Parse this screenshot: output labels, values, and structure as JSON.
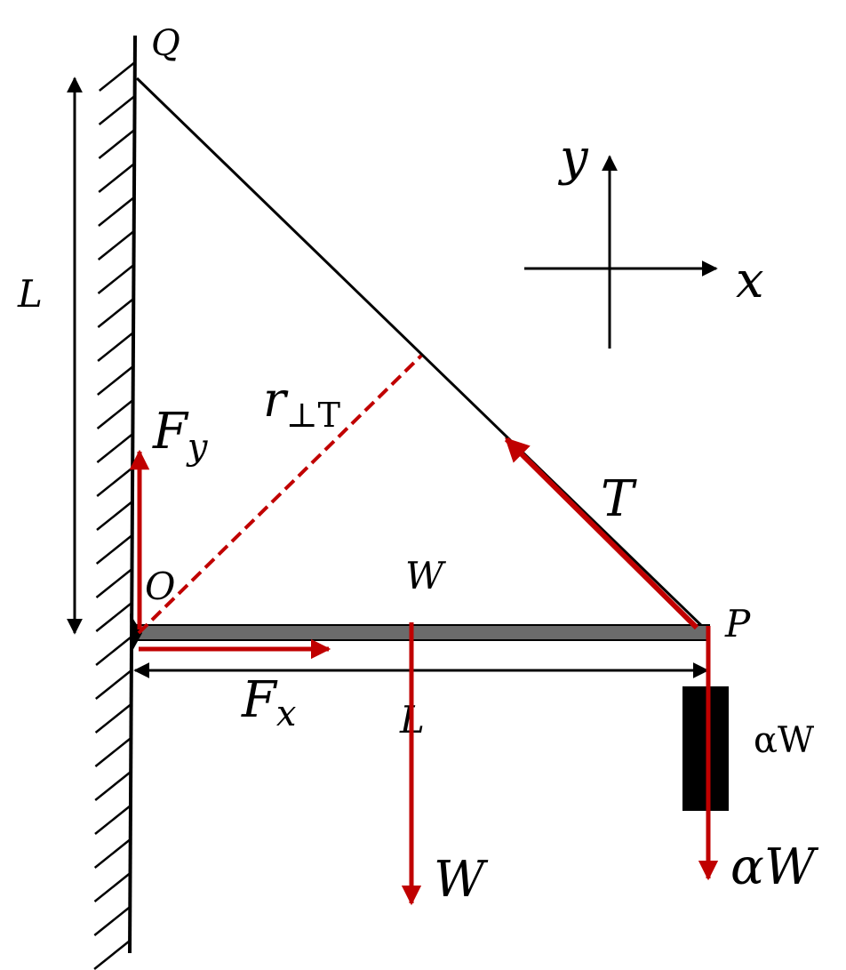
{
  "labels": {
    "Q": "Q",
    "O": "O",
    "P": "P",
    "L_vertical": "L",
    "L_horizontal": "L",
    "W_beam": "W",
    "W_force": "W",
    "alphaW_block": "αW",
    "alphaW_force": "αW",
    "T": "T",
    "Fx_main": "F",
    "Fx_sub": "x",
    "Fy_main": "F",
    "Fy_sub": "y",
    "r_main": "r",
    "r_sub": "⊥T",
    "axis_x": "x",
    "axis_y": "y"
  },
  "colors": {
    "force": "#c00000",
    "ink": "#000000",
    "beam_fill": "#6b6b6b",
    "block": "#000000"
  }
}
